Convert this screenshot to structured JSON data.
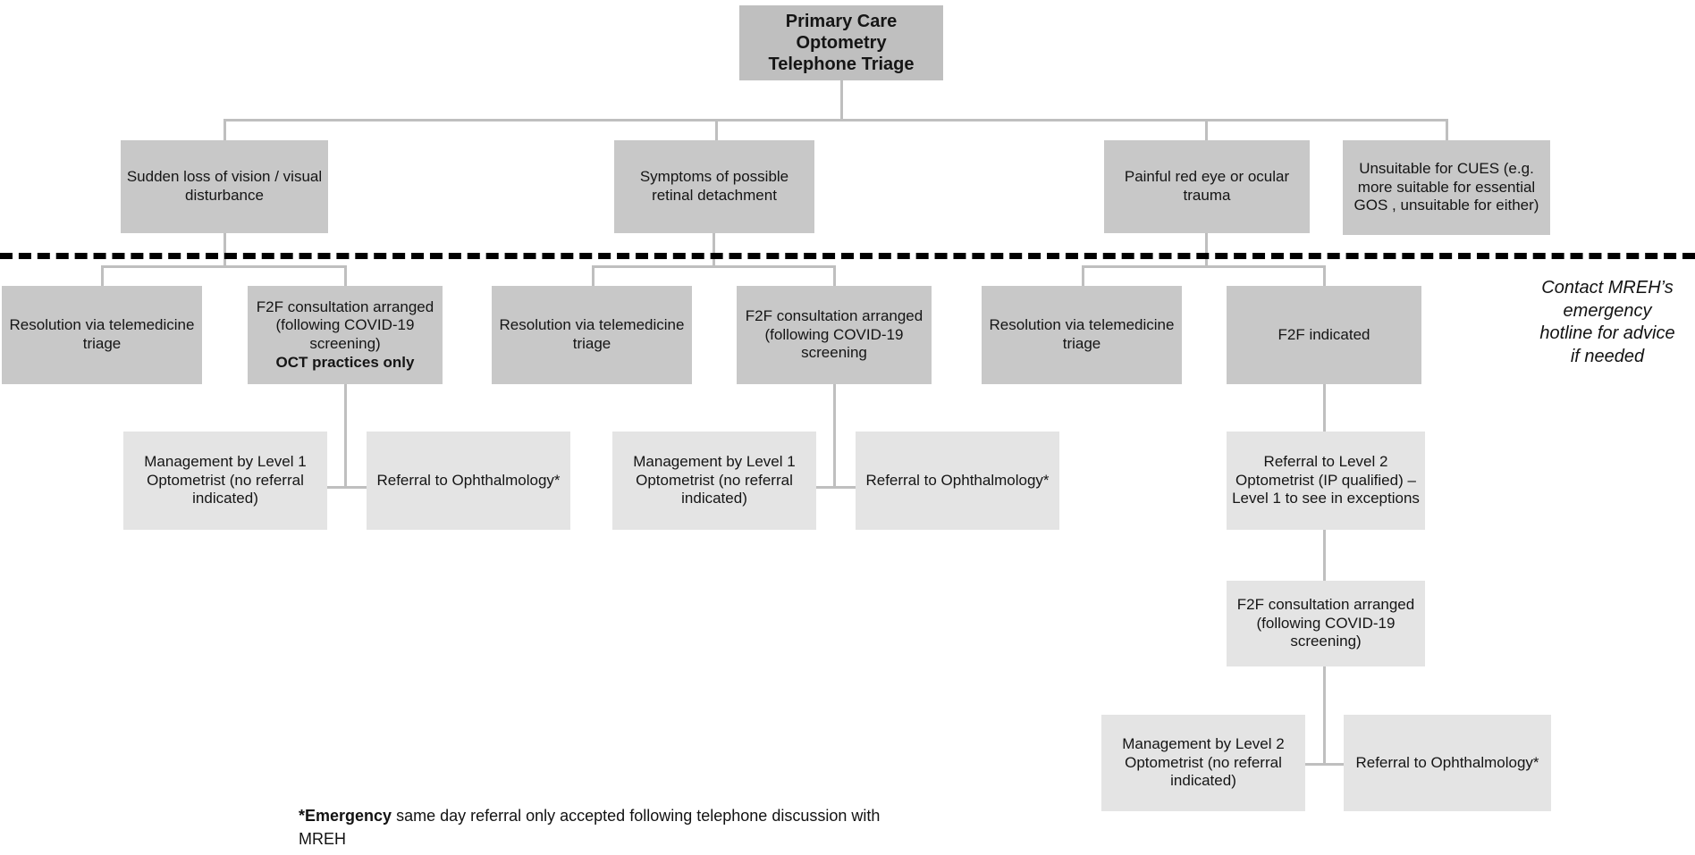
{
  "diagram": {
    "title": "Primary Care Optometry Telephone Triage pathway",
    "root": {
      "label": "Primary Care\nOptometry\nTelephone Triage",
      "line1": "Primary Care",
      "line2": "Optometry",
      "line3": "Telephone Triage"
    },
    "triage_categories": [
      {
        "id": "sudden-loss-of-vision",
        "label": "Sudden loss of vision / visual disturbance"
      },
      {
        "id": "retinal-detachment",
        "label": "Symptoms of possible retinal detachment"
      },
      {
        "id": "painful-red-eye",
        "label": "Painful red eye or ocular trauma"
      },
      {
        "id": "unsuitable-for-cues",
        "label": "Unsuitable for CUES (e.g. more suitable for essential GOS , unsuitable for either)"
      }
    ],
    "branch_a": {
      "resolution": "Resolution via telemedicine triage",
      "f2f_main": "F2F consultation arranged (following COVID-19 screening)",
      "f2f_bold": "OCT practices only",
      "management": "Management by Level 1 Optometrist (no referral indicated)",
      "referral": "Referral to Ophthalmology*"
    },
    "branch_b": {
      "resolution": "Resolution via telemedicine triage",
      "f2f_main": "F2F consultation arranged (following COVID-19 screening",
      "management": "Management by Level 1 Optometrist (no referral indicated)",
      "referral": "Referral to Ophthalmology*"
    },
    "branch_c": {
      "resolution": "Resolution via telemedicine triage",
      "f2f_indicated": "F2F indicated",
      "referral_level2": "Referral to Level 2 Optometrist (IP qualified) – Level 1 to see in exceptions",
      "f2f_consultation": "F2F consultation arranged (following COVID-19 screening)",
      "management": "Management by Level 2 Optometrist (no referral indicated)",
      "referral": "Referral to Ophthalmology*"
    },
    "side_note": {
      "line1": "Contact MREH’s",
      "line2": "emergency",
      "line3": "hotline for advice",
      "line4": "if needed"
    },
    "footnote": {
      "marker": "*Emergency",
      "rest": " same day referral only accepted following telephone discussion with MREH"
    },
    "colors": {
      "node_dark": "#c8c8c8",
      "node_light": "#e4e4e4",
      "node_root": "#bfbfbf",
      "connector": "#bfbfbf",
      "separator": "#000000",
      "text": "#151515"
    }
  }
}
